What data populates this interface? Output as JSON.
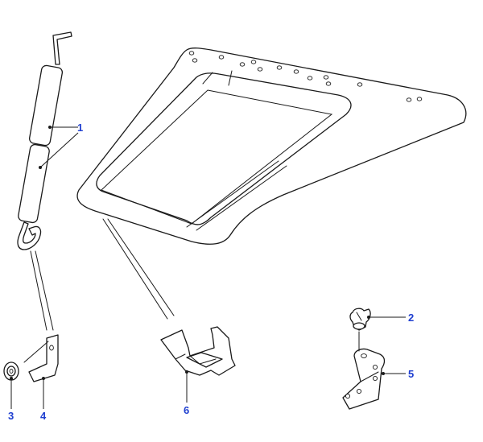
{
  "callouts": {
    "c1": "1",
    "c2": "2",
    "c3": "3",
    "c4": "4",
    "c5": "5",
    "c6": "6"
  },
  "colors": {
    "callout": "#1f3fd0",
    "line": "#1a1a1a",
    "background": "#ffffff"
  }
}
